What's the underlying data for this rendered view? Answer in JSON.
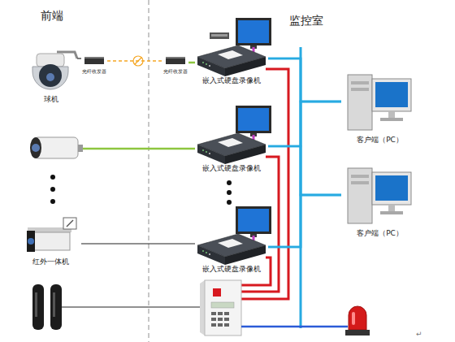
{
  "diagram": {
    "nodes": [
      {
        "text": [
          "球机"
        ]
      },
      {
        "text": [
          "光纤收发器"
        ]
      },
      {
        "text": [
          "光纤收发器"
        ]
      },
      {
        "text": [
          "嵌入式硬盘录像机"
        ]
      },
      {
        "text": [
          "客户端（PC）"
        ]
      },
      {
        "text": [
          "嵌入式硬盘录像机"
        ]
      },
      {
        "text": [
          "客户端（PC）"
        ]
      },
      {
        "text": [
          "红外一体机"
        ]
      },
      {
        "text": [
          "嵌入式硬盘录像机"
        ]
      }
    ],
    "edges": [
      {
        "from": 0,
        "to": 1,
        "arrow": "none"
      },
      {
        "from": 1,
        "to": 2,
        "arrow": "none"
      },
      {
        "from": 2,
        "to": 3,
        "arrow": "none"
      },
      {
        "from": 3,
        "to": 4,
        "arrow": "none"
      },
      {
        "from": 3,
        "to": 6,
        "arrow": "none"
      },
      {
        "from": 5,
        "to": 4,
        "arrow": "none"
      },
      {
        "from": 5,
        "to": 6,
        "arrow": "none"
      },
      {
        "from": 7,
        "to": 8,
        "arrow": "none"
      },
      {
        "from": 8,
        "to": 4,
        "arrow": "none"
      },
      {
        "from": 8,
        "to": 6,
        "arrow": "none"
      }
    ],
    "labels": [
      "前端",
      "监控室",
      "↵"
    ]
  }
}
